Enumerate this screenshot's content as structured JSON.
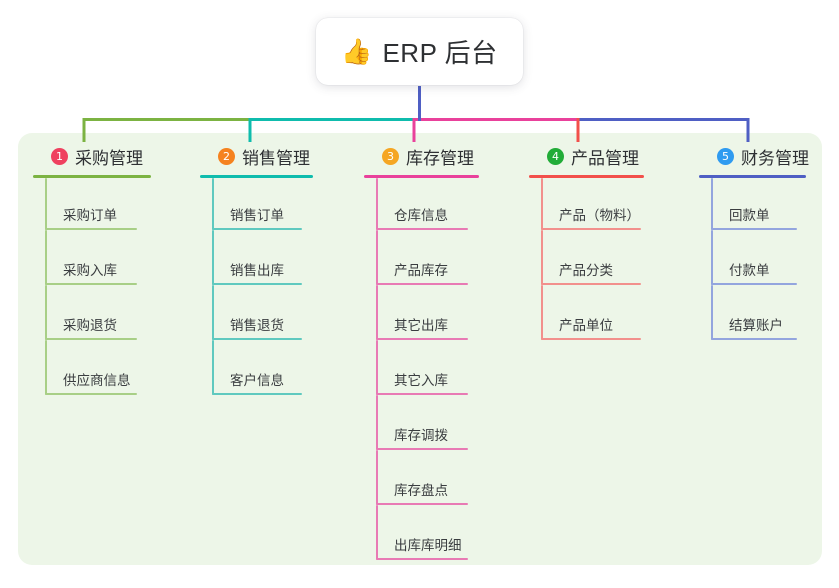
{
  "root": {
    "icon": "thumbs-up-emoji",
    "emoji": "👍",
    "title": "ERP 后台"
  },
  "theme": {
    "panel_bg": "#edf6e8",
    "page_bg": "#ffffff",
    "root_stem": "#4f5fc4",
    "text": "#2e3033"
  },
  "columns": [
    {
      "index": "1",
      "title": "采购管理",
      "badge_color": "#ef415f",
      "line_color": "#7cb342",
      "item_line_color": "#a8cf86",
      "items": [
        {
          "label": "采购订单"
        },
        {
          "label": "采购入库"
        },
        {
          "label": "采购退货"
        },
        {
          "label": "供应商信息"
        }
      ]
    },
    {
      "index": "2",
      "title": "销售管理",
      "badge_color": "#f5821f",
      "line_color": "#0fbcad",
      "item_line_color": "#5fc9bf",
      "items": [
        {
          "label": "销售订单"
        },
        {
          "label": "销售出库"
        },
        {
          "label": "销售退货"
        },
        {
          "label": "客户信息"
        }
      ]
    },
    {
      "index": "3",
      "title": "库存管理",
      "badge_color": "#f5a623",
      "line_color": "#e9419b",
      "item_line_color": "#e87ab4",
      "items": [
        {
          "label": "仓库信息"
        },
        {
          "label": "产品库存"
        },
        {
          "label": "其它出库"
        },
        {
          "label": "其它入库"
        },
        {
          "label": "库存调拨"
        },
        {
          "label": "库存盘点"
        },
        {
          "label": "出库库明细"
        }
      ]
    },
    {
      "index": "4",
      "title": "产品管理",
      "badge_color": "#22ac38",
      "line_color": "#f2504b",
      "item_line_color": "#f2908c",
      "items": [
        {
          "label": "产品（物料）"
        },
        {
          "label": "产品分类"
        },
        {
          "label": "产品单位"
        }
      ]
    },
    {
      "index": "5",
      "title": "财务管理",
      "badge_color": "#2f9bf0",
      "line_color": "#4f5fc4",
      "item_line_color": "#93a5de",
      "items": [
        {
          "label": "回款单"
        },
        {
          "label": "付款单"
        },
        {
          "label": "结算账户"
        }
      ]
    }
  ]
}
